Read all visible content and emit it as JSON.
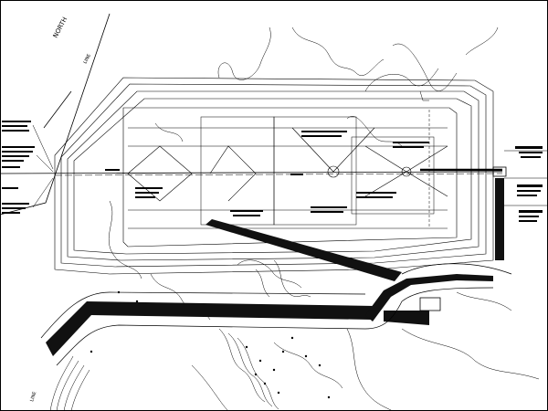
{
  "drawing": {
    "north_label": "NORTH",
    "line_label_top": "LINE",
    "line_label_bottom": "LINE",
    "colors": {
      "background": "#ffffff",
      "ink": "#000000",
      "road_fill": "#111111"
    }
  }
}
